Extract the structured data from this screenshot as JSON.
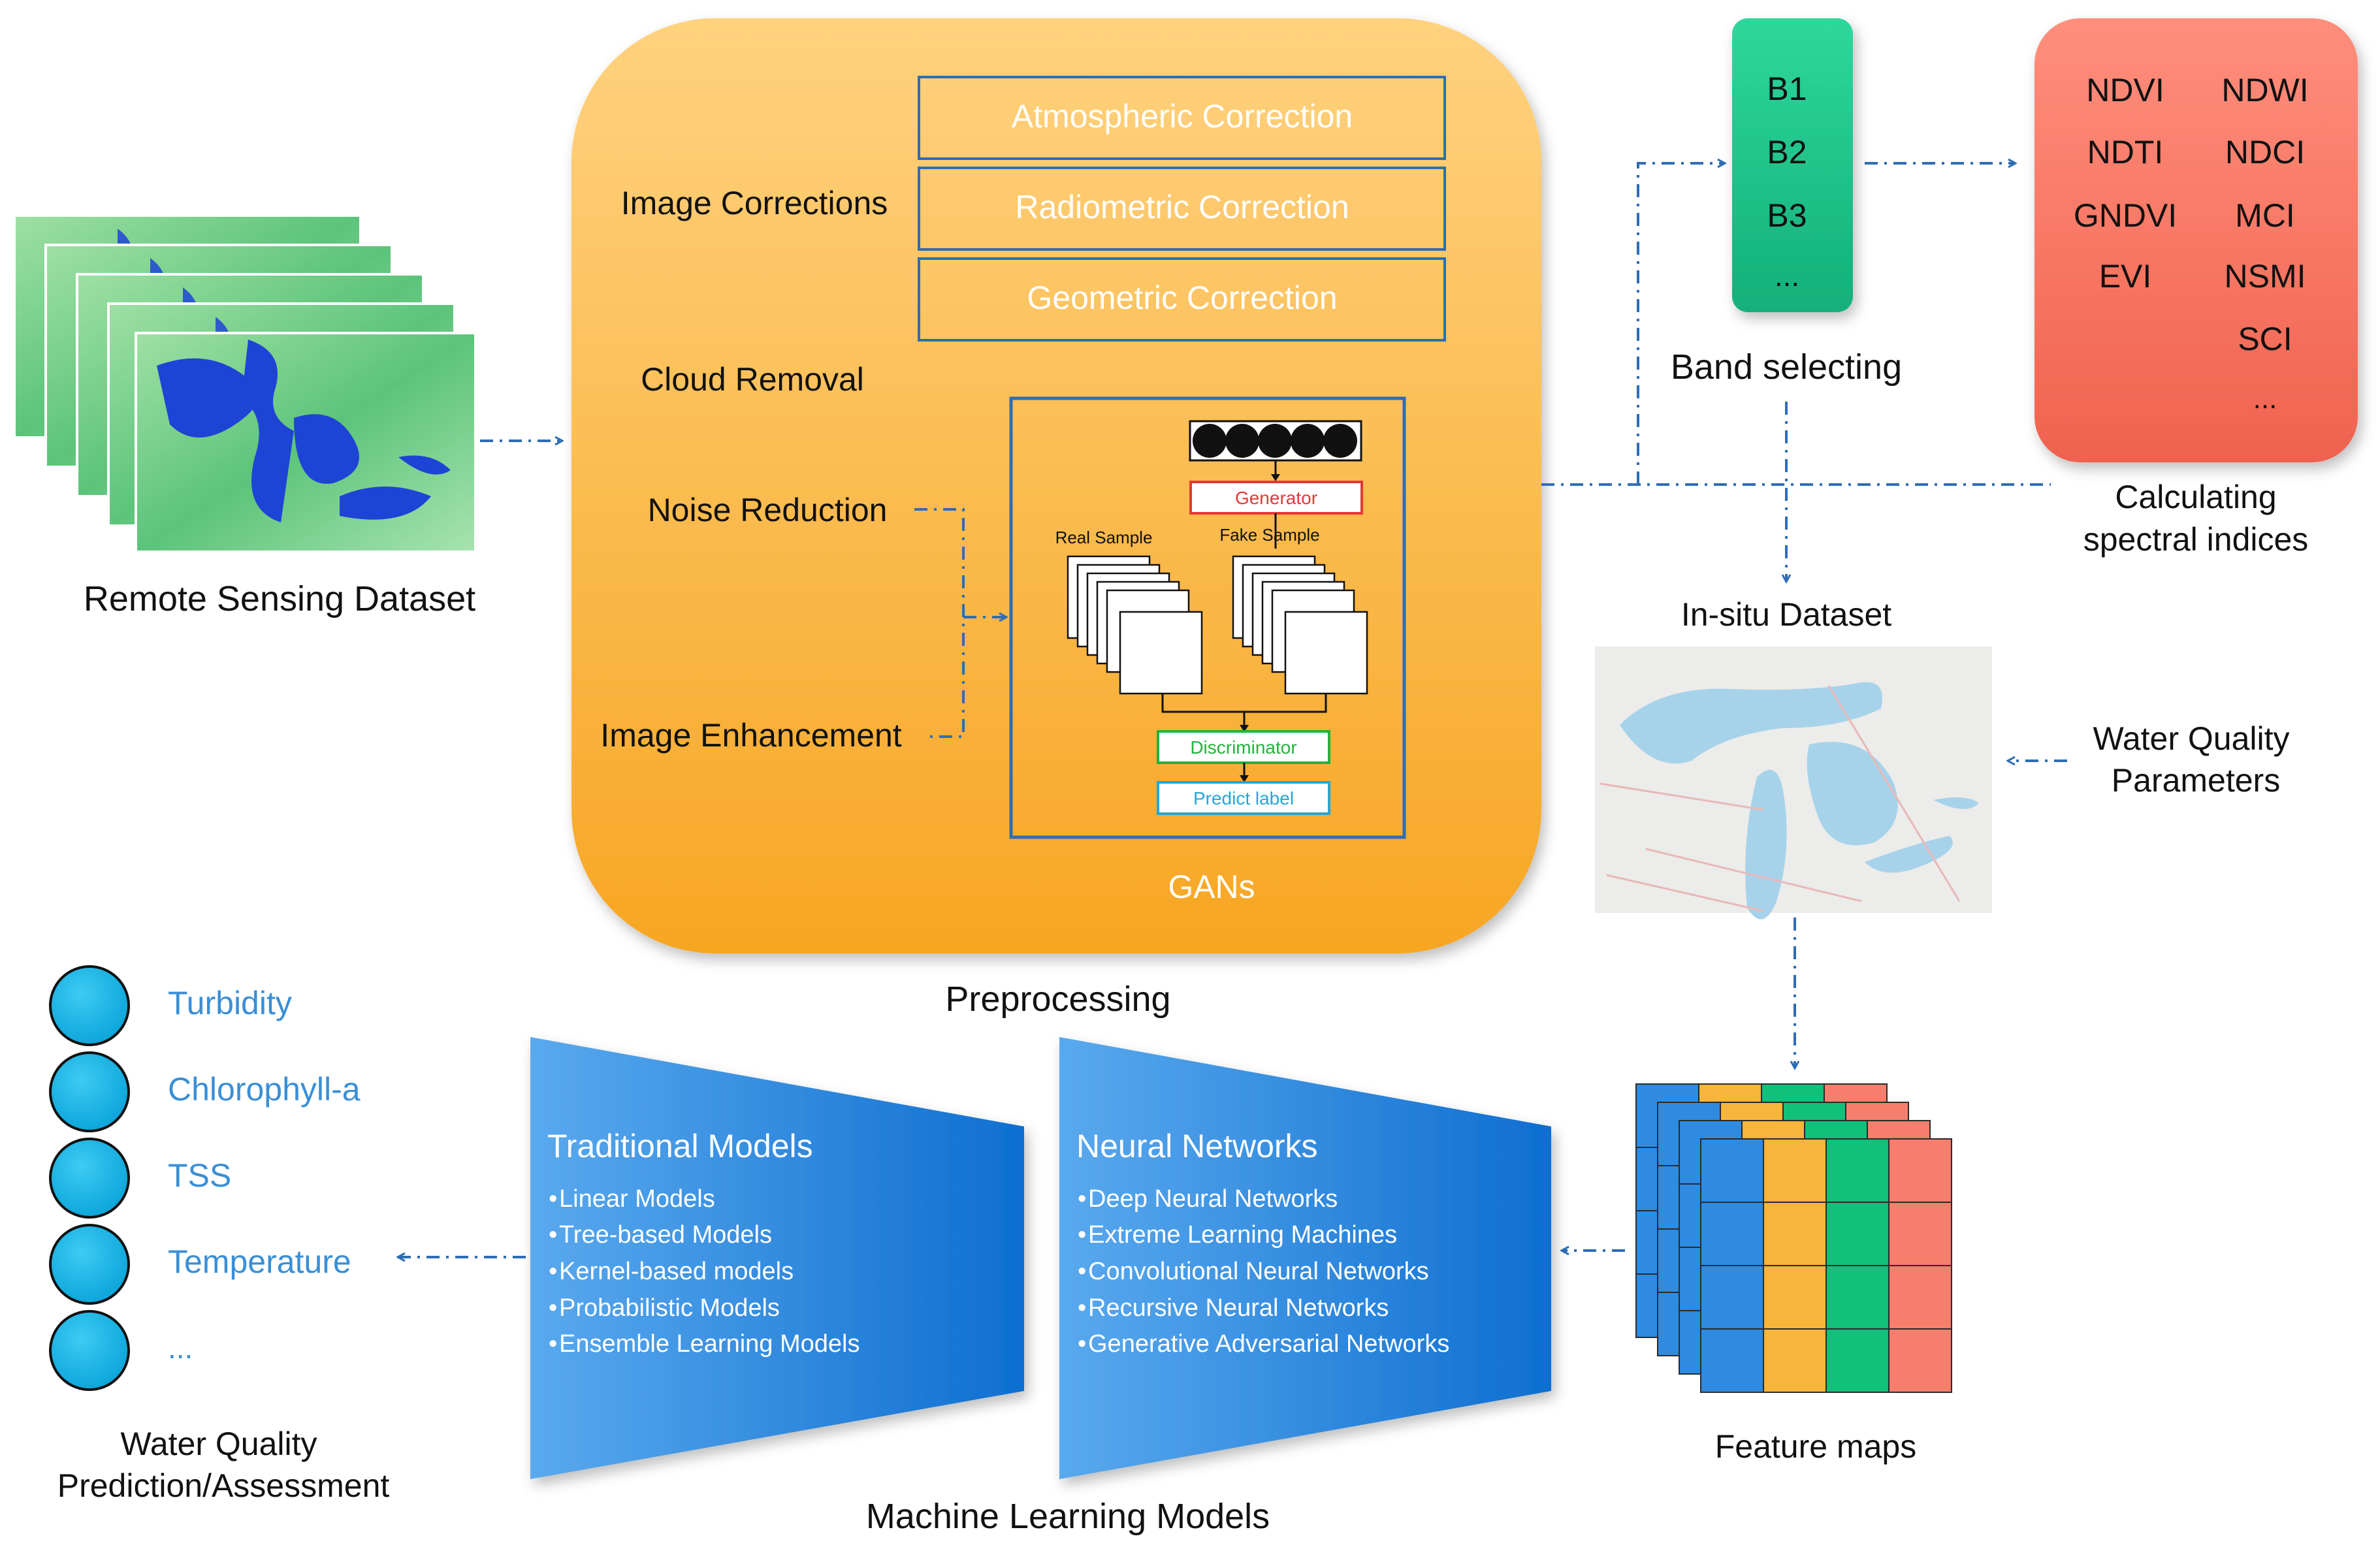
{
  "remote_sensing": {
    "label": "Remote Sensing Dataset"
  },
  "preprocessing": {
    "caption": "Preprocessing",
    "image_corrections": "Image Corrections",
    "corrections": [
      "Atmospheric Correction",
      "Radiometric Correction",
      "Geometric Correction"
    ],
    "cloud_removal": "Cloud Removal",
    "noise_reduction": "Noise Reduction",
    "image_enhancement": "Image Enhancement",
    "gan": {
      "generator": "Generator",
      "real_sample": "Real Sample",
      "fake_sample": "Fake Sample",
      "discriminator": "Discriminator",
      "predict_label": "Predict label",
      "caption": "GANs"
    }
  },
  "bands": {
    "items": [
      "B1",
      "B2",
      "B3",
      "..."
    ],
    "caption": "Band selecting"
  },
  "indices": {
    "items": [
      "NDVI",
      "NDWI",
      "NDTI",
      "NDCI",
      "GNDVI",
      "MCI",
      "EVI",
      "NSMI",
      "SCI",
      "..."
    ],
    "caption_line1": "Calculating",
    "caption_line2": "spectral indices"
  },
  "insitu": {
    "caption": "In-situ Dataset"
  },
  "wq_params": {
    "line1": "Water Quality",
    "line2": "Parameters"
  },
  "feature_maps": {
    "caption": "Feature maps"
  },
  "neural_networks": {
    "title": "Neural Networks",
    "items": [
      "Deep Neural Networks",
      "Extreme Learning Machines",
      "Convolutional Neural Networks",
      "Recursive Neural Networks",
      "Generative Adversarial Networks"
    ]
  },
  "traditional_models": {
    "title": "Traditional Models",
    "items": [
      "Linear Models",
      "Tree-based Models",
      "Kernel-based models",
      "Probabilistic Models",
      "Ensemble Learning Models"
    ]
  },
  "ml_caption": "Machine Learning Models",
  "outputs": {
    "items": [
      "Turbidity",
      "Chlorophyll-a",
      "TSS",
      "Temperature",
      "..."
    ]
  },
  "prediction": {
    "line1": "Water Quality",
    "line2": "Prediction/Assessment"
  },
  "colors": {
    "orange_light": "#FFD27A",
    "orange_dark": "#F9A825",
    "green_band": "#1DBF87",
    "red_index": "#F26D5B",
    "blue_model": "#1E7FD8",
    "cyan_circle": "#10B4E8",
    "arrow": "#2E6DB4",
    "fm_blue": "#2F8BE0",
    "fm_orange": "#F7B53B",
    "fm_green": "#11C07A",
    "fm_red": "#F57F6C"
  }
}
